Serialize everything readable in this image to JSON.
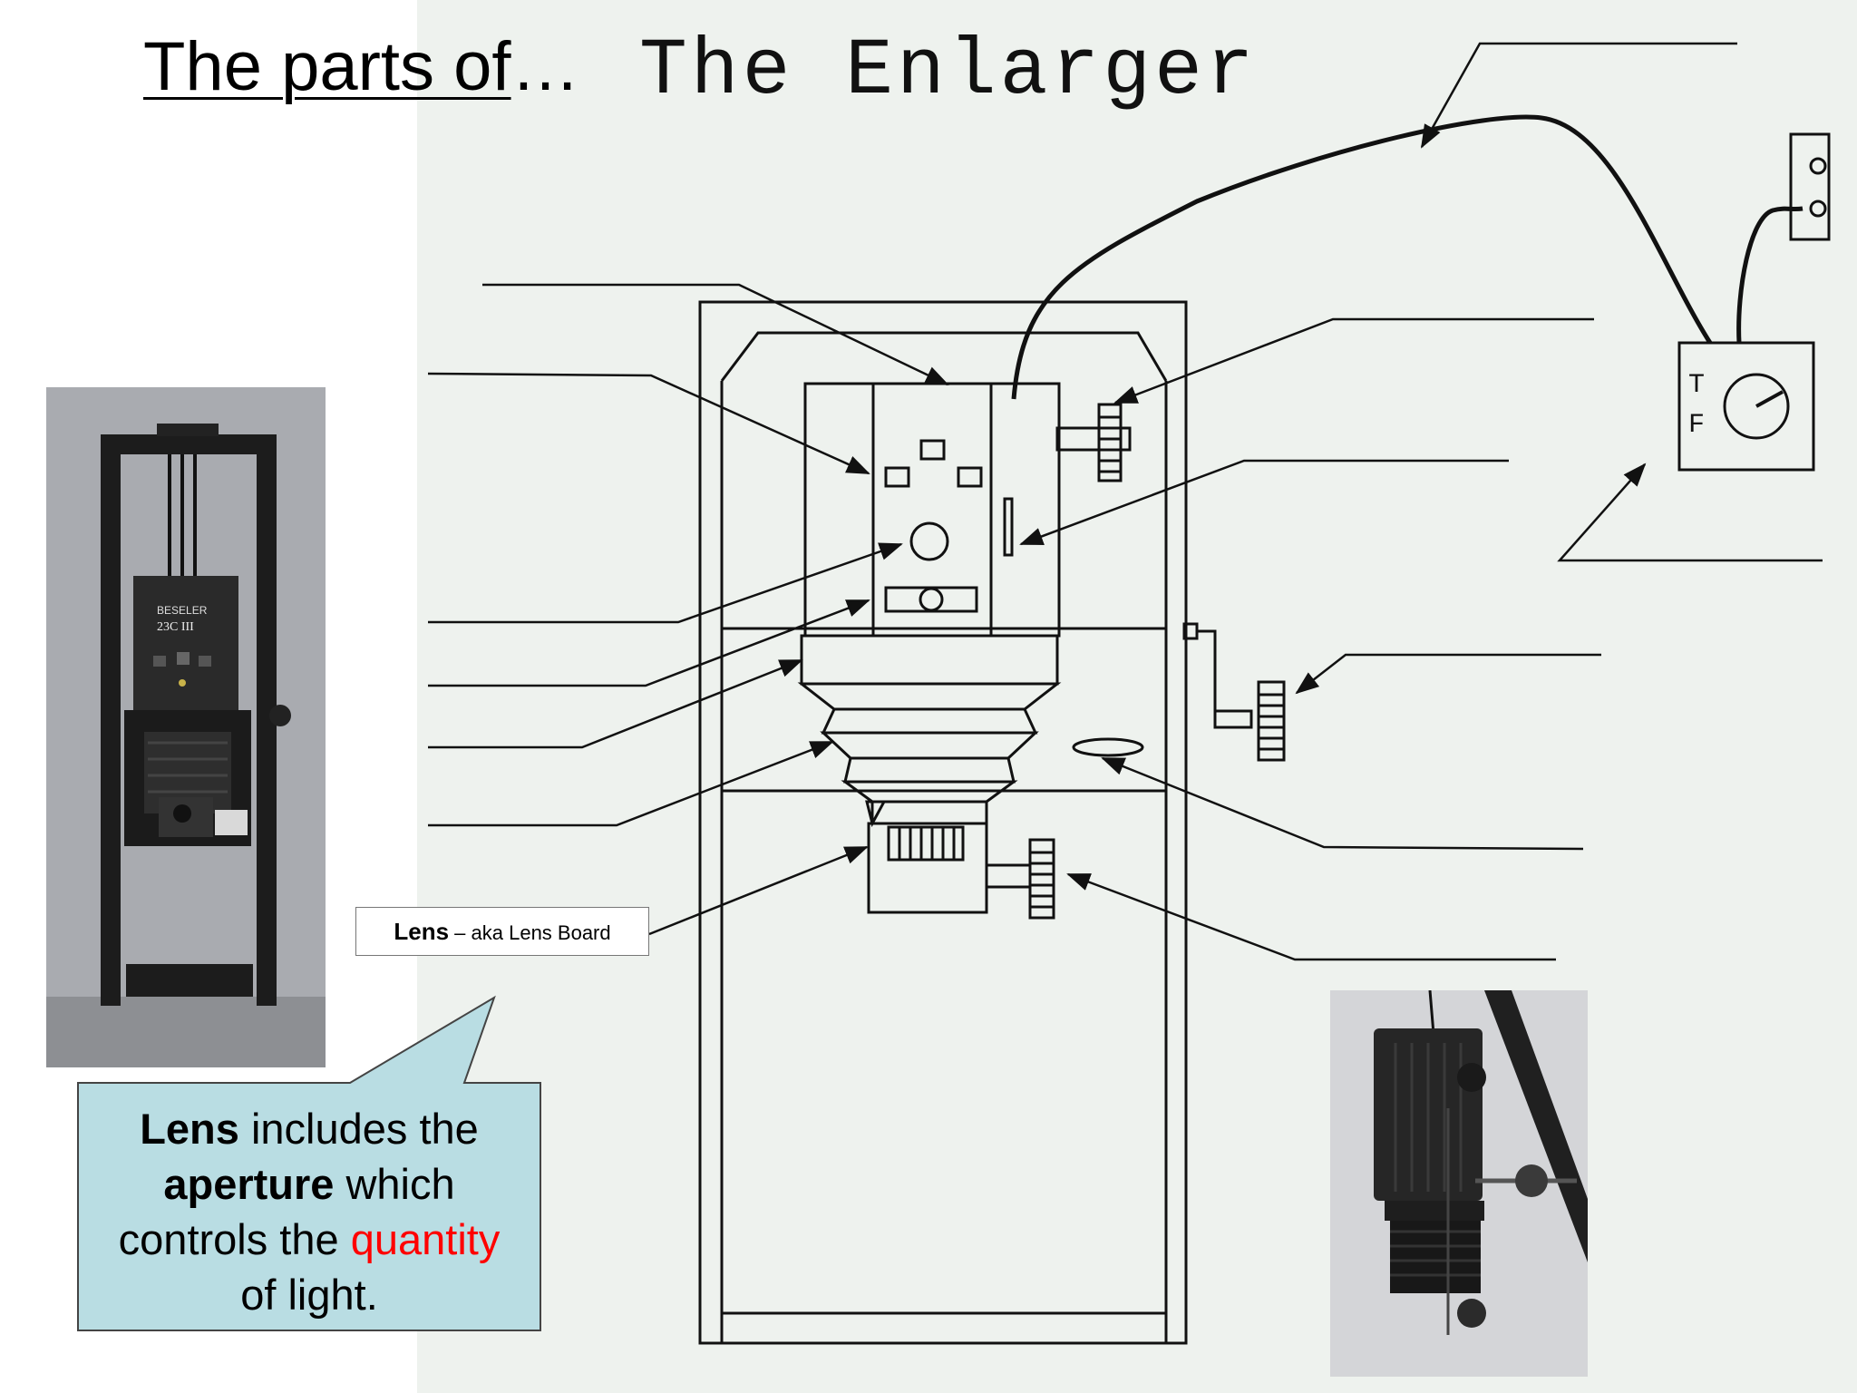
{
  "slide": {
    "title_prefix": "The parts of",
    "title_ellipsis": "…",
    "title_scanned": "The Enlarger"
  },
  "diagram": {
    "timer_letters": [
      "T",
      "F"
    ]
  },
  "lens_label": {
    "term": "Lens",
    "separator": " – ",
    "desc": "aka Lens Board"
  },
  "callout": {
    "word1": "Lens",
    "text1": " includes the",
    "word2": "aperture",
    "text2": " which",
    "text3": "controls the ",
    "highlight": "quantity",
    "text4": "of light."
  },
  "photos": {
    "left_brand": "BESELER",
    "left_model": "23C III"
  },
  "colors": {
    "scan_background": "#eef2ee",
    "callout_fill": "#b9dde3",
    "highlight": "#ff0000"
  }
}
